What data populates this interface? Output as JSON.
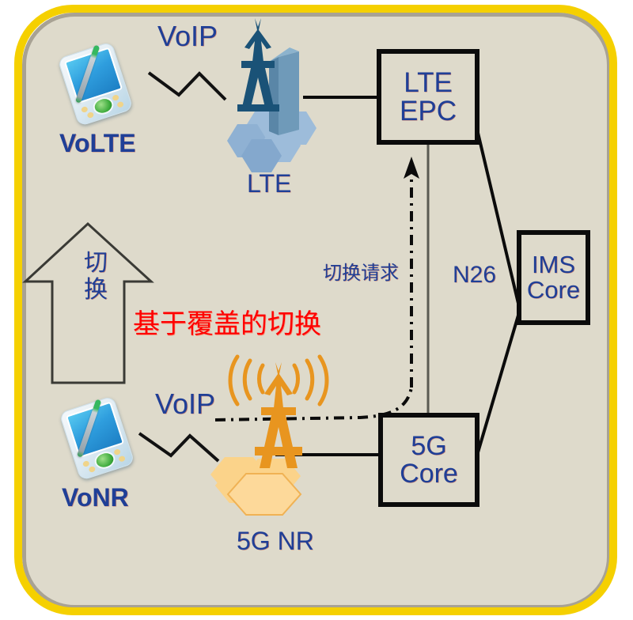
{
  "diagram": {
    "title": "VoLTE to VoNR coverage-based handover architecture",
    "frame": {
      "border_color": "#f5d000",
      "background_color": "#dedacb",
      "shadow_color": "#a8a294"
    },
    "label_color": "#1f3f97",
    "highlight_color": "#fe0000",
    "nodes": {
      "lte_epc": {
        "line1": "LTE",
        "line2": "EPC"
      },
      "ims_core": {
        "line1": "IMS",
        "line2": "Core"
      },
      "g5_core": {
        "line1": "5G",
        "line2": "Core"
      }
    },
    "labels": {
      "voip_top": "VoIP",
      "voip_bottom": "VoIP",
      "volte": "VoLTE",
      "vonr": "VoNR",
      "lte": "LTE",
      "g5nr": "5G NR",
      "n26": "N26",
      "handover_request": "切换请求",
      "arrow_handover": "切换",
      "coverage_handover": "基于覆盖的切换"
    },
    "icons": {
      "volte_device": "pda-device-icon",
      "vonr_device": "pda-device-icon",
      "lte_cell": "lte-base-station-icon",
      "g5nr_cell": "5g-base-station-icon",
      "up_arrow": "up-arrow-outline",
      "voip_zigzag_top": "zigzag-link-icon",
      "voip_zigzag_bottom": "zigzag-link-icon",
      "radio_waves": "radio-waves-icon"
    },
    "links": [
      {
        "name": "lte-cell-to-lte-epc",
        "style": "solid",
        "color": "#0b0b0b"
      },
      {
        "name": "lte-epc-to-ims-core",
        "style": "solid",
        "color": "#0b0b0b"
      },
      {
        "name": "5g-cell-to-5g-core",
        "style": "solid",
        "color": "#0b0b0b"
      },
      {
        "name": "5g-core-to-ims-core",
        "style": "solid",
        "color": "#0b0b0b"
      },
      {
        "name": "n26-5g-core-to-lte-epc",
        "style": "solid-thin",
        "color": "#5a5a52"
      },
      {
        "name": "handover-request-dash-dot",
        "style": "dash-dot-arrow",
        "color": "#0b0b0b"
      },
      {
        "name": "voip-bearer-dash-dot",
        "style": "dash-dot",
        "color": "#0b0b0b"
      }
    ]
  }
}
